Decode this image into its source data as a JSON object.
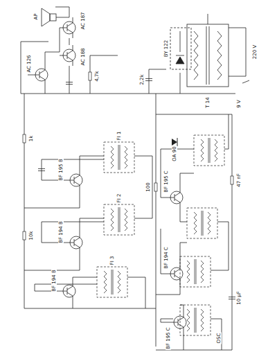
{
  "diagram": {
    "labels": [
      "AC 187",
      "AC 188",
      "AC 126",
      "AP",
      "T 14",
      "220 V",
      "BY 122",
      "BF 195 B",
      "BF 194 B",
      "BF 194 B",
      "FI 1",
      "FI 2",
      "FI 3",
      "BF 195 C",
      "BF 194 C",
      "BF 195 C",
      "OA 90",
      "OSC",
      "9 V",
      "4,7k",
      "1k",
      "10k",
      "100",
      "47 nF",
      "2,2k",
      "10 µF"
    ]
  }
}
